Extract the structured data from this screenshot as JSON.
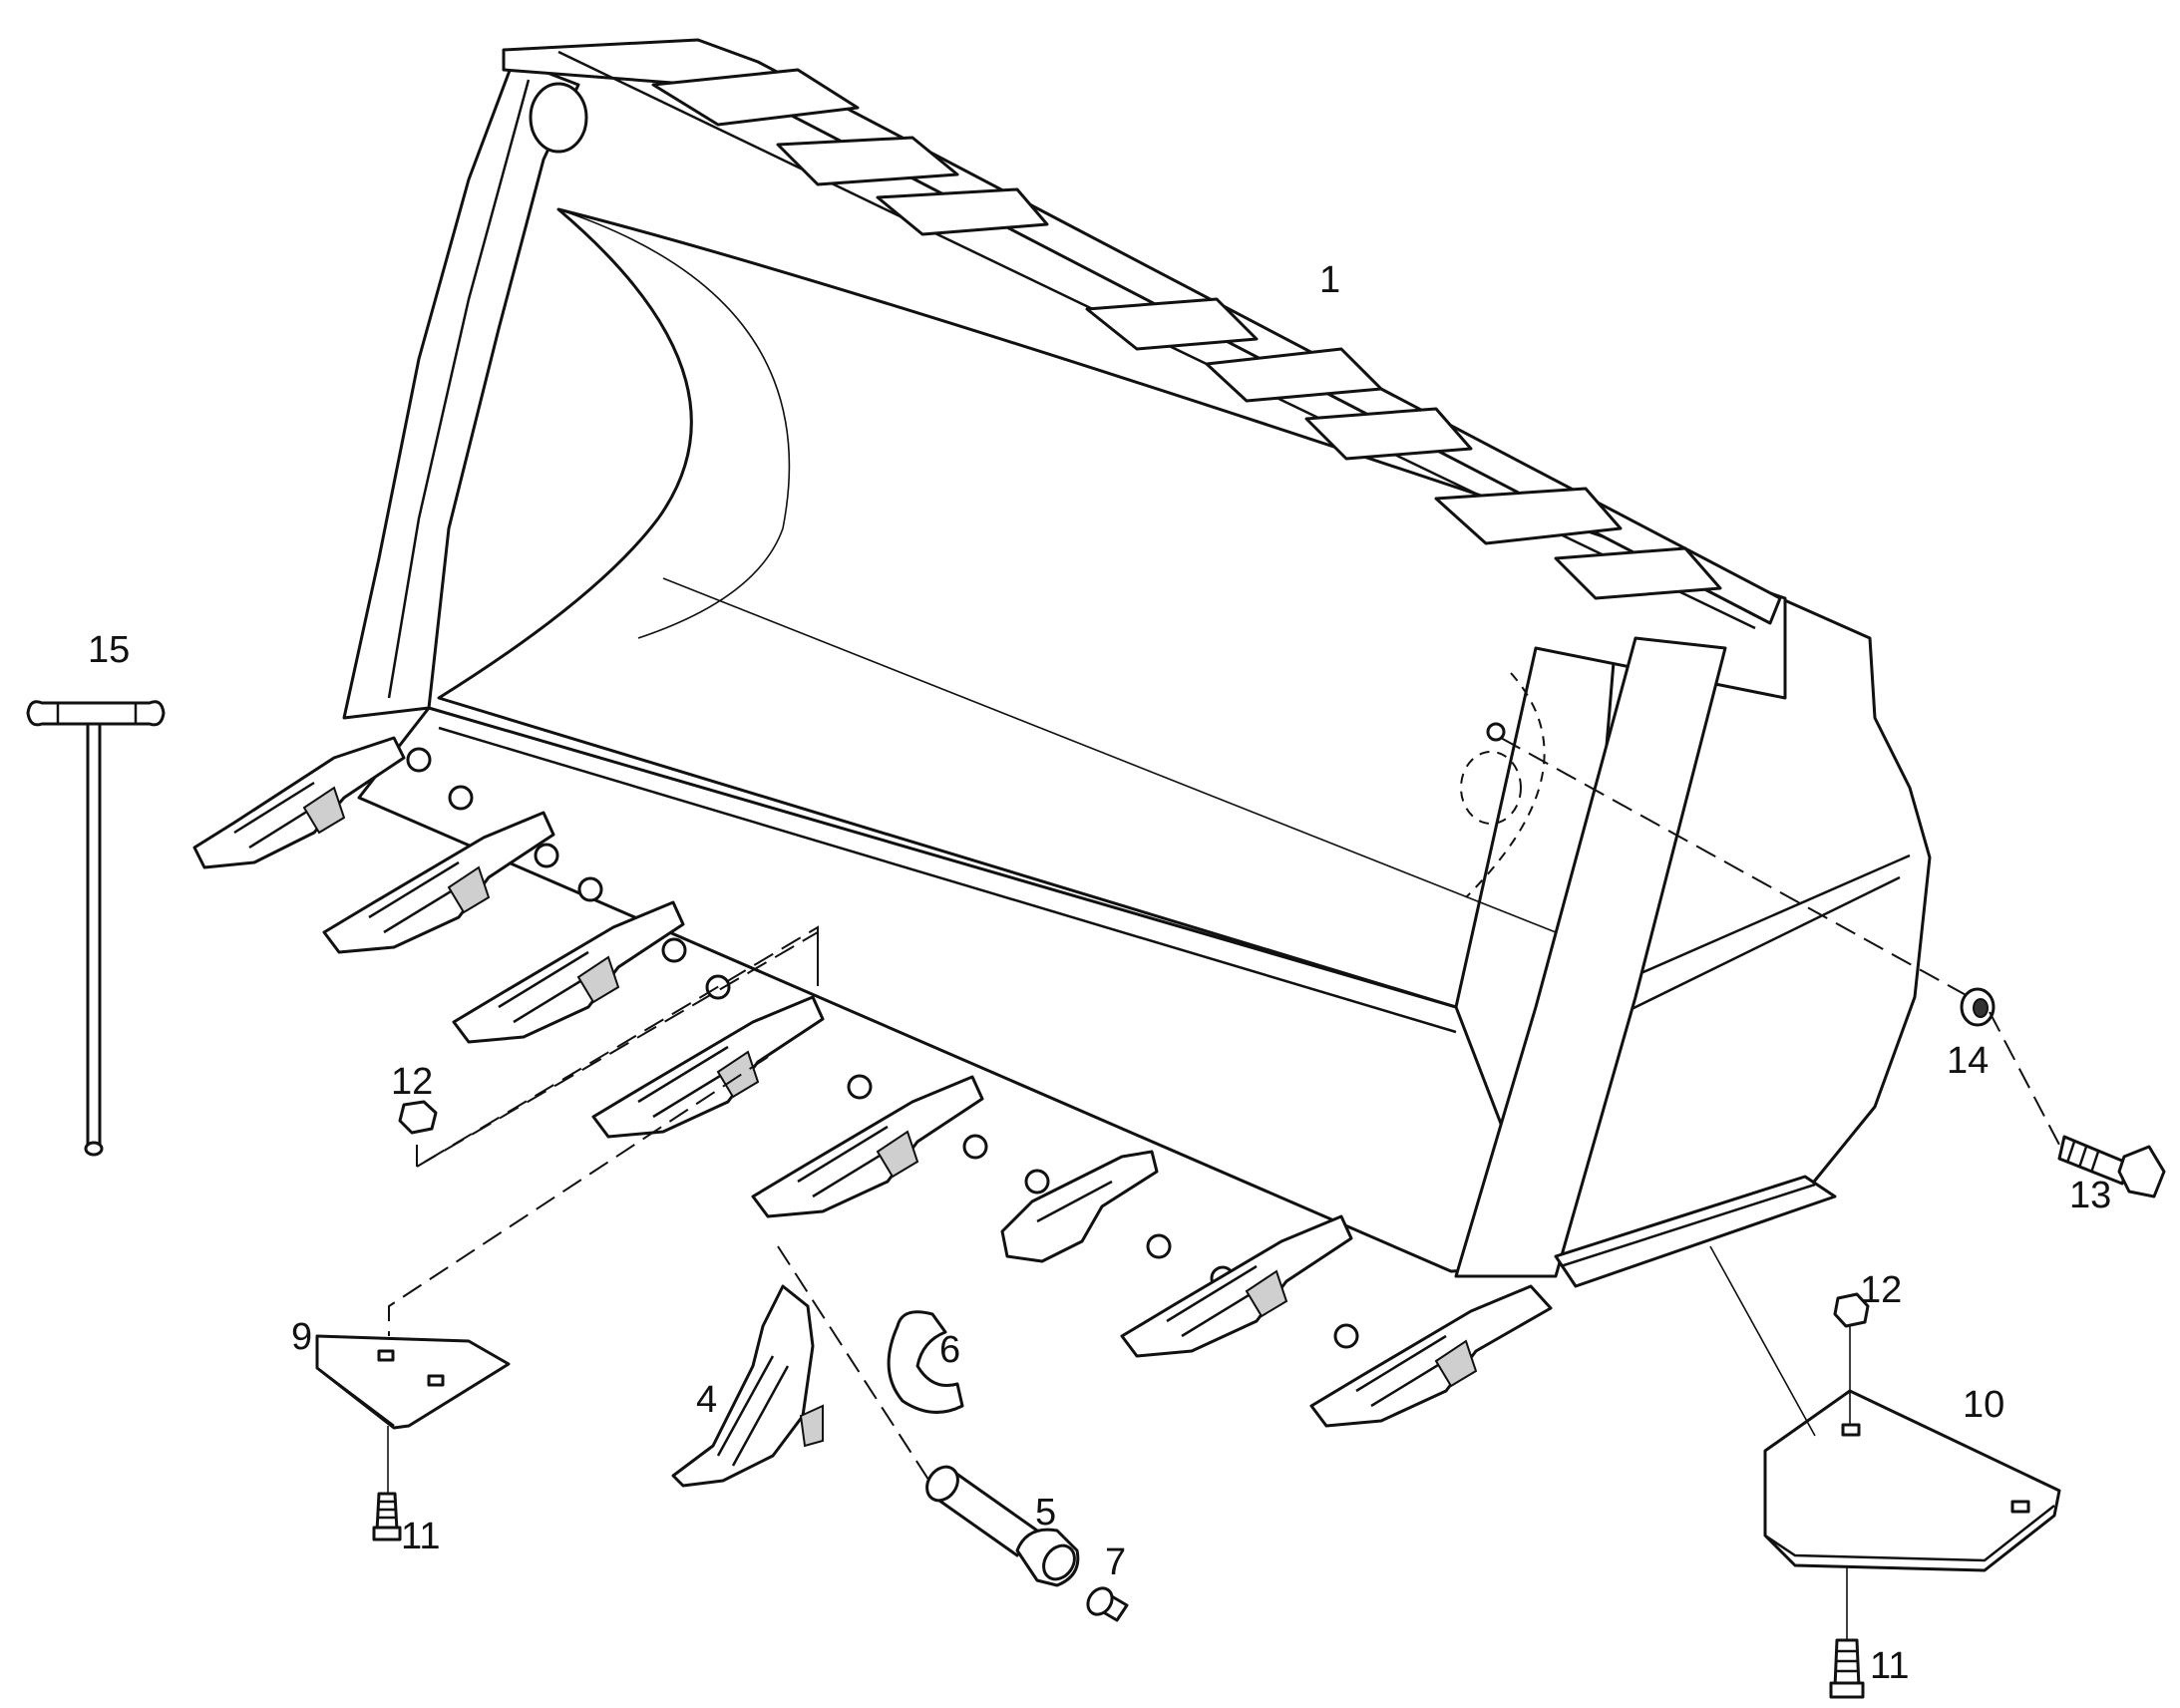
{
  "callouts": {
    "c1": "1",
    "c4": "4",
    "c5": "5",
    "c6": "6",
    "c7": "7",
    "c9": "9",
    "c10": "10",
    "c11a": "11",
    "c11b": "11",
    "c12a": "12",
    "c12b": "12",
    "c13": "13",
    "c14": "14",
    "c15": "15"
  },
  "colors": {
    "line": "#111111",
    "background": "#ffffff"
  }
}
